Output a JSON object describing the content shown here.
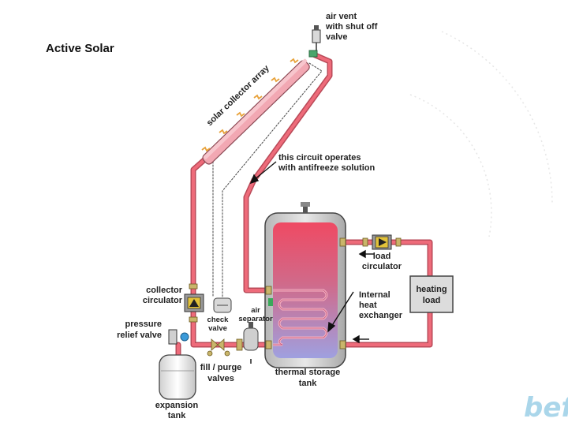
{
  "slide": {
    "title": "Active Solar"
  },
  "labels": {
    "air_vent": [
      "air vent",
      "with shut off",
      "valve"
    ],
    "solar_collector_array": "solar collector array",
    "circuit_note": [
      "this circuit operates",
      "with antifreeze solution"
    ],
    "load_circulator": [
      "load",
      "circulator"
    ],
    "heating_load": [
      "heating",
      "load"
    ],
    "internal_heat_exchanger": [
      "Internal",
      "heat",
      "exchanger"
    ],
    "collector_circulator": [
      "collector",
      "circulator"
    ],
    "check_valve": [
      "check",
      "valve"
    ],
    "air_separator": [
      "air",
      "separator"
    ],
    "pressure_relief_valve": [
      "pressure",
      "relief valve"
    ],
    "fill_purge_valves": [
      "fill / purge",
      "valves"
    ],
    "thermal_storage_tank": [
      "thermal storage",
      "tank"
    ],
    "expansion_tank": [
      "expansion",
      "tank"
    ]
  },
  "logo": {
    "text": "bef"
  },
  "colors": {
    "pipe": "#ee6b7a",
    "pipe_edge": "#b94a58",
    "tank_hot": "#ef4a63",
    "tank_cold": "#9fa0e0",
    "valve": "#c9b56a",
    "circulator": "#e2c23a",
    "logo": "#aad6ea"
  }
}
